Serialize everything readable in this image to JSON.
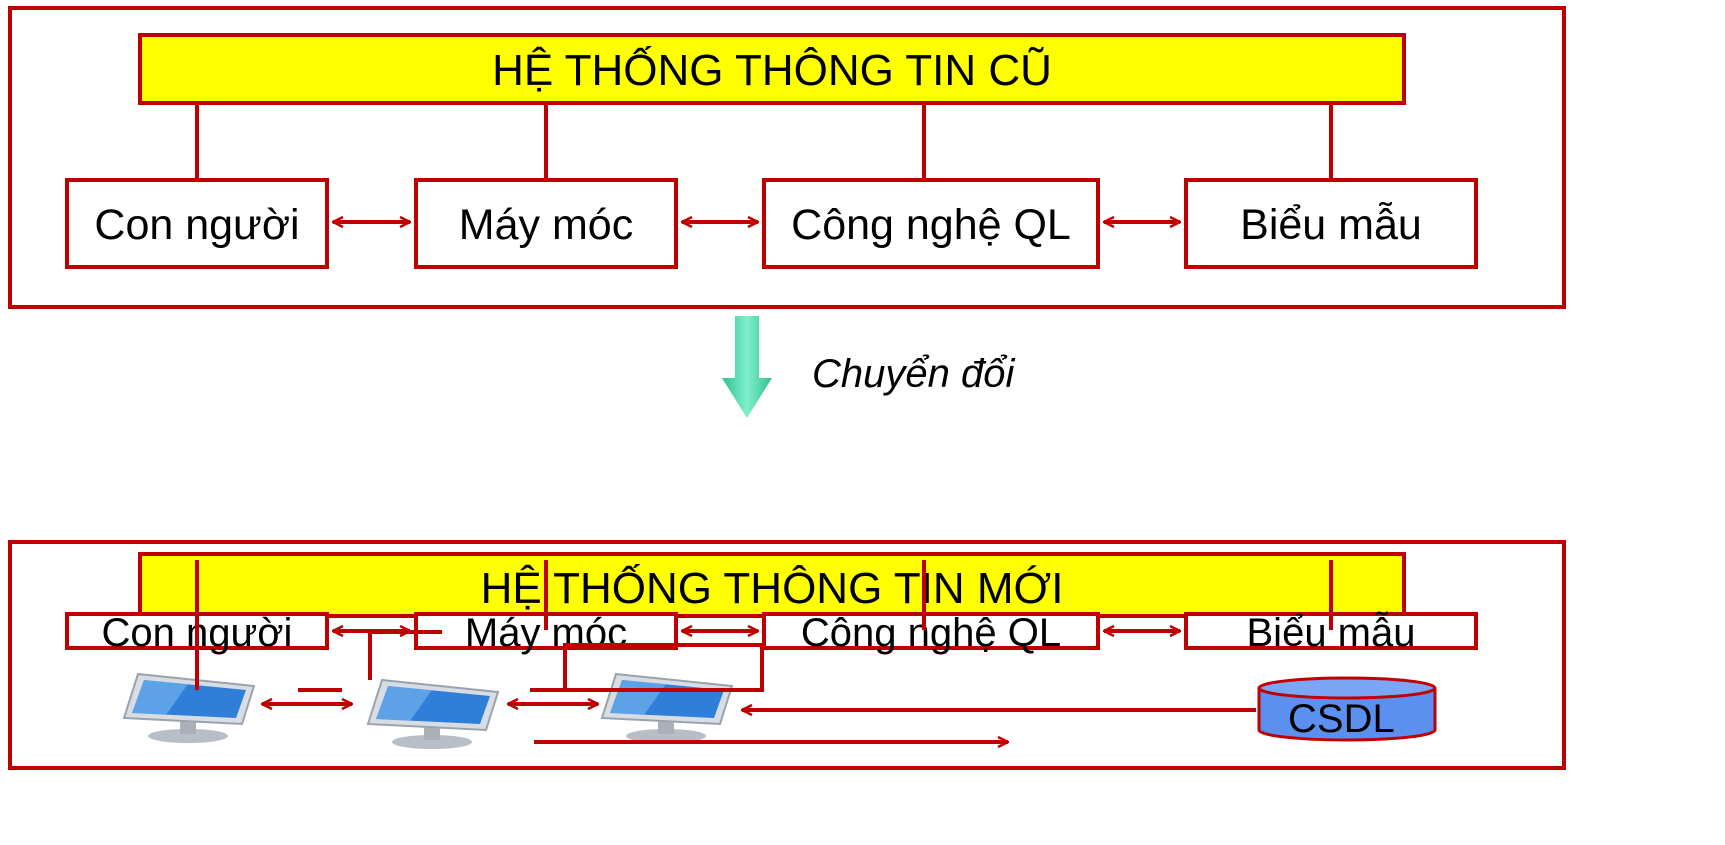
{
  "old_system": {
    "title": "HỆ THỐNG THÔNG TIN CŨ",
    "components": [
      "Con người",
      "Máy móc",
      "Công nghệ QL",
      "Biểu mẫu"
    ]
  },
  "transition": {
    "label": "Chuyển đổi"
  },
  "new_system": {
    "title": "HỆ THỐNG THÔNG TIN MỚI",
    "components": [
      "Con người",
      "Máy móc",
      "Công nghệ QL",
      "Biểu mẫu"
    ],
    "database_label": "CSDL"
  },
  "colors": {
    "border": "#c00000",
    "title_fill": "#ffff00",
    "transition_arrow": "#3dd6a8",
    "database_fill": "#5b8ff0",
    "monitor_screen": "#2f7fd8"
  },
  "icons": [
    "computer-monitor-icon",
    "database-cylinder-icon",
    "down-arrow-icon"
  ]
}
